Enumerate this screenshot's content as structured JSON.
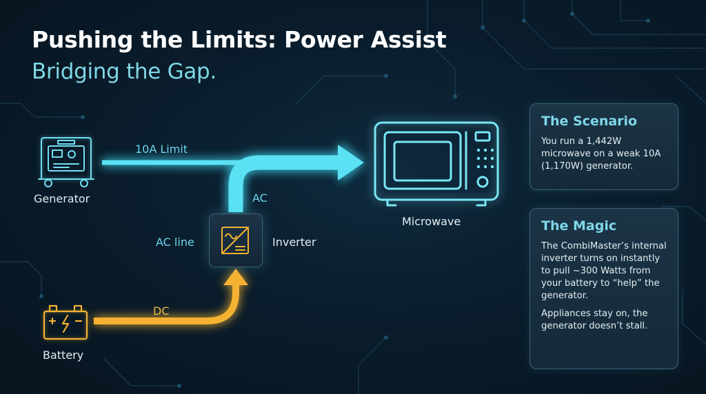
{
  "header": {
    "title": "Pushing the Limits: Power Assist",
    "subtitle": "Bridging the Gap."
  },
  "diagram": {
    "nodes": {
      "generator": "Generator",
      "battery": "Battery",
      "inverter": "Inverter",
      "microwave": "Microwave"
    },
    "edge_labels": {
      "generator_limit": "10A Limit",
      "ac": "AC",
      "ac_line": "AC line",
      "dc": "DC"
    }
  },
  "cards": {
    "scenario": {
      "title": "The Scenario",
      "body": "You run a 1,442W microwave on a weak 10A (1,170W) generator."
    },
    "magic": {
      "title": "The Magic",
      "body": "The CombiMaster’s internal inverter turns on instantly to pull ~300 Watts from your battery to “help” the generator.",
      "footer": "Appliances stay on, the generator doesn’t stall."
    }
  },
  "colors": {
    "ac_flow": "#52e0f4",
    "dc_flow": "#f5b232",
    "card_title": "#7fd8ea",
    "subtitle": "#7fd8e6"
  }
}
